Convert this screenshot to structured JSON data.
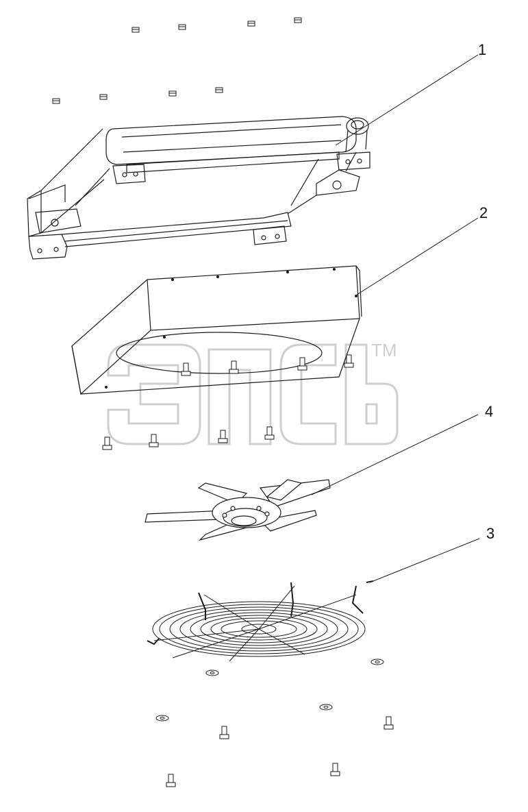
{
  "diagram": {
    "callouts": [
      {
        "id": "1",
        "label": "1"
      },
      {
        "id": "2",
        "label": "2"
      },
      {
        "id": "4",
        "label": "4"
      },
      {
        "id": "3",
        "label": "3"
      }
    ],
    "watermark": {
      "text": "ЭПСЬ",
      "trademark": "TM"
    },
    "colors": {
      "line": "#1a1a1a",
      "watermark": "#d6d6d6",
      "background": "#ffffff"
    }
  }
}
